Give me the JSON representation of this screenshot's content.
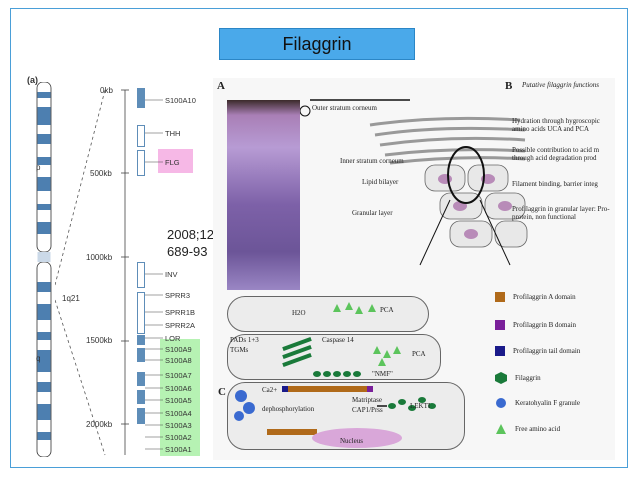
{
  "title": "Filaggrin",
  "citation": {
    "line1": "2008;122:",
    "line2": "689-93"
  },
  "chromosome": {
    "label_a": "(a)",
    "arm_p": "p",
    "arm_q": "q",
    "band": "1q21",
    "scale": [
      "0kb",
      "500kb",
      "1000kb",
      "1500kb",
      "2000kb"
    ]
  },
  "genes": [
    "S100A10",
    "THH",
    "FLG",
    "INV",
    "SPRR3",
    "SPRR1B",
    "SPRR2A",
    "LOR",
    "S100A9",
    "S100A8",
    "S100A7",
    "S100A6",
    "S100A5",
    "S100A4",
    "S100A3",
    "S100A2",
    "S100A1"
  ],
  "panel_a": {
    "letter": "A",
    "annotations": [
      "Outer stratum corneum",
      "Inner stratum corneum",
      "Lipid bilayer",
      "Granular layer"
    ]
  },
  "panel_b": {
    "letter": "B",
    "heading": "Putative filaggrin functions",
    "functions": [
      "Hydration through hygroscopic amino acids UCA and PCA",
      "Possible contribution to acid m through acid degradation prod",
      "Filament binding, barrier integ",
      "Profilaggrin in granular layer: Pro-protein, non functional"
    ]
  },
  "panel_c": {
    "letter": "C",
    "labels": [
      "H2O",
      "PCA",
      "PADs 1+3",
      "TGMs",
      "Caspase 14",
      "PCA",
      "\"NMF\"",
      "Ca2+",
      "dephosphorylation",
      "Matriptase",
      "CAP1/Prss",
      "LEKTI",
      "Nucleus"
    ]
  },
  "legend": [
    {
      "label": "Profilaggrin A domain",
      "color": "#b06a1a"
    },
    {
      "label": "Profilaggrin B domain",
      "color": "#7a1f9a"
    },
    {
      "label": "Profilaggrin tail domain",
      "color": "#1a1a8a"
    },
    {
      "label": "Filaggrin",
      "color": "#1a7a3a"
    },
    {
      "label": "Keratohyalin F granule",
      "color": "#3a6ad0"
    },
    {
      "label": "Free amino acid",
      "color": "#5cc45c"
    }
  ]
}
